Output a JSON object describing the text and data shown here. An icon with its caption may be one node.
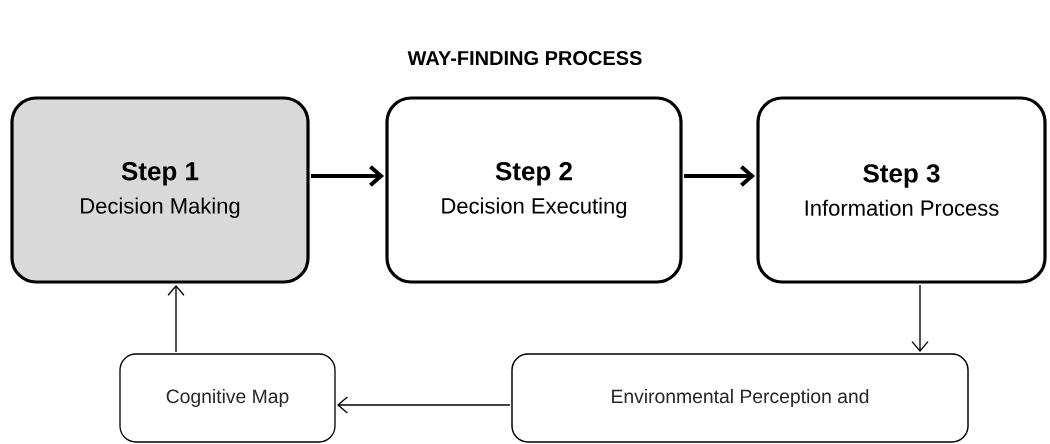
{
  "diagram": {
    "title": "WAY-FINDING PROCESS",
    "nodes": [
      {
        "text": [
          "Step 1",
          "Decision Making"
        ]
      },
      {
        "text": [
          "Step 2",
          "Decision Executing"
        ]
      },
      {
        "text": [
          "Step 3",
          "Information Process"
        ]
      },
      {
        "text": [
          "Cognitive Map"
        ]
      },
      {
        "text": [
          "Environmental Perception and"
        ]
      }
    ],
    "edges": [
      {
        "from": 0,
        "to": 1,
        "arrow": "to",
        "style": "thick"
      },
      {
        "from": 1,
        "to": 2,
        "arrow": "to",
        "style": "thick"
      },
      {
        "from": 2,
        "to": 4,
        "arrow": "to"
      },
      {
        "from": 4,
        "to": 3,
        "arrow": "to"
      },
      {
        "from": 3,
        "to": 0,
        "arrow": "to"
      }
    ]
  }
}
